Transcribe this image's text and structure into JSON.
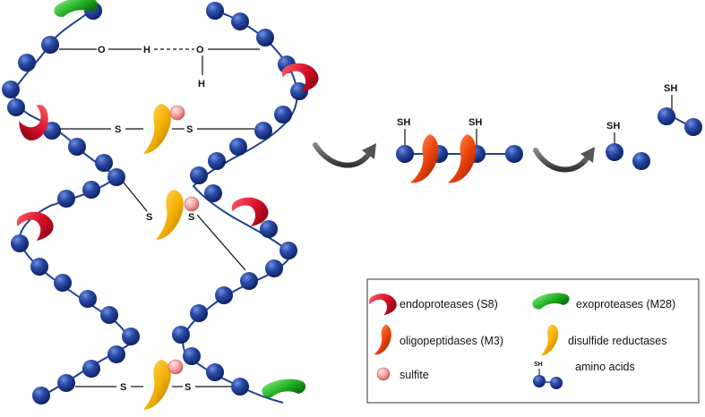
{
  "atoms": {
    "oxygen": "O",
    "hydrogen": "H",
    "sulfur": "S",
    "thiol": "SH"
  },
  "legend": {
    "endoproteases": "endoproteases (S8)",
    "exoproteases": "exoproteases (M28)",
    "oligopeptidases": "oligopeptidases (M3)",
    "disulfide_reductases": "disulfide reductases",
    "sulfite": "sulfite",
    "amino_acids": "amino acids"
  },
  "colors": {
    "bead": "#1f3f93",
    "bead_highlight": "#5b7fd6",
    "chain": "#1f3f93",
    "endoprotease": "#d8142c",
    "exoprotease": "#1faa1f",
    "oligopeptidase": "#e8430c",
    "reductase": "#f4b400",
    "sulfite": "#f5a6a6"
  }
}
